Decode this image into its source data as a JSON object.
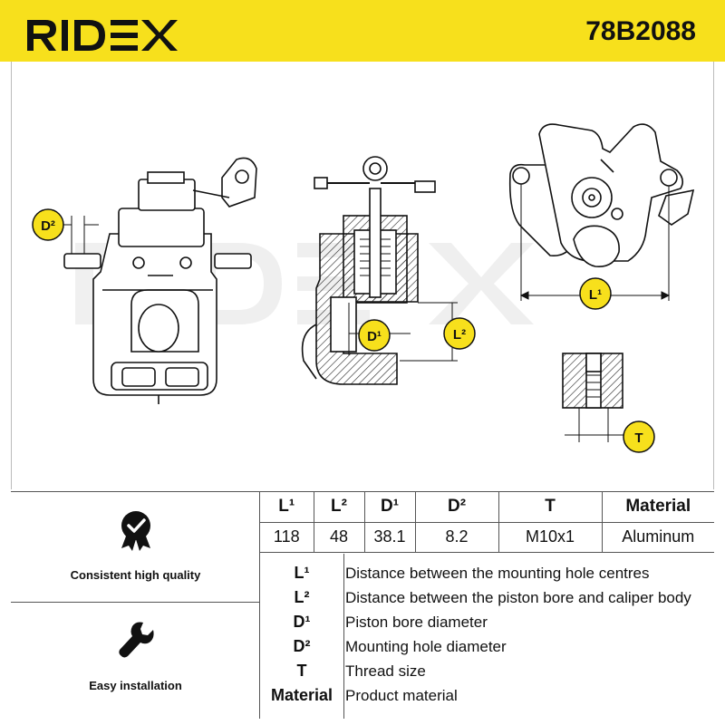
{
  "header": {
    "brand": "RIDEX",
    "part_number": "78B2088"
  },
  "watermark": "RIDEX",
  "drawing": {
    "labels": {
      "d2": "D²",
      "d1": "D¹",
      "l2": "L²",
      "l1": "L¹",
      "t": "T"
    }
  },
  "features": [
    {
      "label": "Consistent high quality",
      "icon": "badge-check-icon"
    },
    {
      "label": "Easy installation",
      "icon": "wrench-icon"
    }
  ],
  "spec_table": {
    "headers": [
      "L¹",
      "L²",
      "D¹",
      "D²",
      "T",
      "Material"
    ],
    "values": [
      "118",
      "48",
      "38.1",
      "8.2",
      "M10x1",
      "Aluminum"
    ]
  },
  "legend": [
    {
      "key": "L¹",
      "description": "Distance between the mounting hole centres"
    },
    {
      "key": "L²",
      "description": "Distance between the piston bore and caliper body"
    },
    {
      "key": "D¹",
      "description": "Piston bore diameter"
    },
    {
      "key": "D²",
      "description": "Mounting hole diameter"
    },
    {
      "key": "T",
      "description": "Thread size"
    },
    {
      "key": "Material",
      "description": "Product material"
    }
  ],
  "colors": {
    "brand_yellow": "#f7e01c",
    "badge_yellow": "#f7e01c",
    "ink": "#111111"
  }
}
